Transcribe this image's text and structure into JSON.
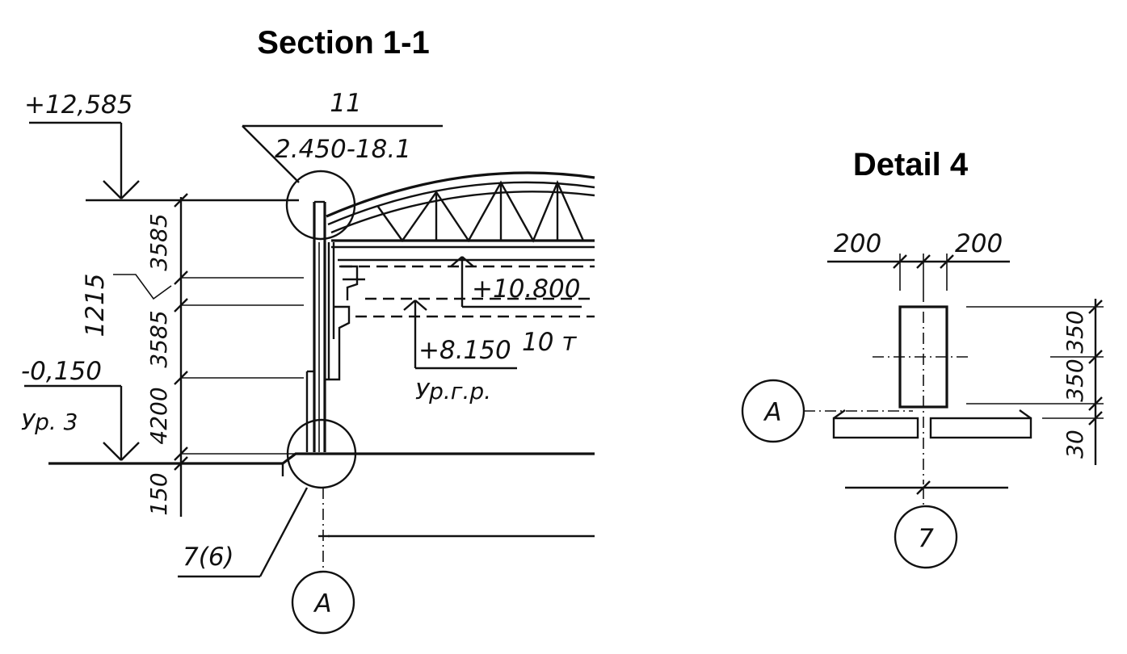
{
  "section": {
    "title": "Section 1-1",
    "elev_top": "+12,585",
    "callout_number": "11",
    "callout_ref": "2.450-18.1",
    "elev_10800": "+10.800",
    "elev_8150": "+8.150",
    "crane_label": "10 т",
    "crane_level": "Ур.г.р.",
    "elev_ground": "-0,150",
    "level_label": "Ур. 3",
    "dim_3585_top": "3585",
    "dim_1215": "1215",
    "dim_3585_mid": "3585",
    "dim_4200": "4200",
    "dim_150": "150",
    "detail_ref": "7(6)",
    "axis_label": "А"
  },
  "detail": {
    "title": "Detail 4",
    "dim_left": "200",
    "dim_right": "200",
    "dim_350_top": "350",
    "dim_350_bottom": "350",
    "dim_30": "30",
    "axis_a": "А",
    "axis_7": "7"
  }
}
